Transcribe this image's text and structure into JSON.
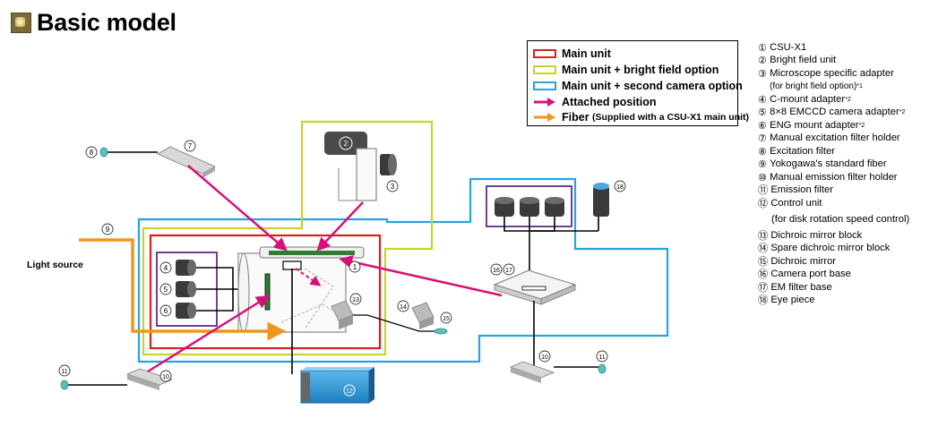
{
  "header": {
    "title": "Basic model"
  },
  "legend": {
    "items": [
      {
        "label": "Main unit",
        "color": "#d62020",
        "kind": "box"
      },
      {
        "label": "Main unit + bright field option",
        "color": "#c8d42a",
        "kind": "box"
      },
      {
        "label": "Main unit + second camera option",
        "color": "#29a3de",
        "kind": "box"
      },
      {
        "label": "Attached position",
        "color": "#d8107a",
        "kind": "arrow"
      },
      {
        "label": "Fiber",
        "note": "(Supplied with a CSU-X1 main unit)",
        "color": "#f0961c",
        "kind": "arrow"
      }
    ]
  },
  "parts": [
    {
      "num": "①",
      "label": "CSU-X1"
    },
    {
      "num": "②",
      "label": "Bright field unit"
    },
    {
      "num": "③",
      "label": "Microscope specific adapter"
    },
    {
      "num": "",
      "label": "(for bright field option)",
      "sup": "*1"
    },
    {
      "num": "④",
      "label": "C-mount adapter",
      "sup": "*2"
    },
    {
      "num": "⑤",
      "label": "8×8 EMCCD camera adapter",
      "sup": "*2"
    },
    {
      "num": "⑥",
      "label": "ENG mount adapter",
      "sup": "*2"
    },
    {
      "num": "⑦",
      "label": "Manual excitation filter holder"
    },
    {
      "num": "⑧",
      "label": "Excitation filter"
    },
    {
      "num": "⑨",
      "label": "Yokogawa's standard fiber"
    },
    {
      "num": "⑩",
      "label": "Manual emission filter holder"
    },
    {
      "num": "⑪",
      "label": "Emission filter"
    },
    {
      "num": "⑫",
      "label": "Control unit"
    },
    {
      "num": "",
      "label": "(for disk rotation speed control)"
    },
    {
      "num": "⑬",
      "label": "Dichroic mirror block"
    },
    {
      "num": "⑭",
      "label": "Spare dichroic mirror block"
    },
    {
      "num": "⑮",
      "label": "Dichroic mirror"
    },
    {
      "num": "⑯",
      "label": "Camera port  base"
    },
    {
      "num": "⑰",
      "label": "EM filter base"
    },
    {
      "num": "⑱",
      "label": "Eye piece"
    }
  ],
  "diagram": {
    "light_source_label": "Light source",
    "callouts": {
      "c1": "1",
      "c2": "2",
      "c3": "3",
      "c4": "4",
      "c5": "5",
      "c6": "6",
      "c7": "7",
      "c8": "8",
      "c9": "9",
      "c10a": "10",
      "c10b": "10",
      "c11a": "11",
      "c11b": "11",
      "c12": "12",
      "c13": "13",
      "c14": "14",
      "c15": "15",
      "c16": "16",
      "c17": "17",
      "c18": "18"
    }
  },
  "colors": {
    "main_unit": "#d62020",
    "bright_field": "#c8d42a",
    "second_camera": "#29a3de",
    "attached": "#d8107a",
    "fiber": "#f0961c",
    "adapter_box": "#5b2c8c"
  }
}
